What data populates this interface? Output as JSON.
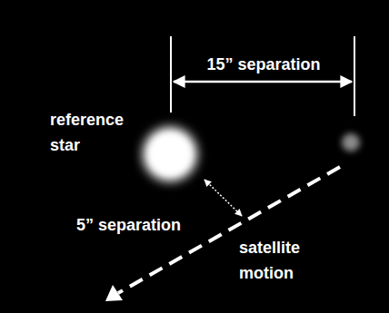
{
  "diagram": {
    "labels": [
      "15” separation",
      "reference star",
      "5” separation",
      "satellite motion"
    ]
  }
}
